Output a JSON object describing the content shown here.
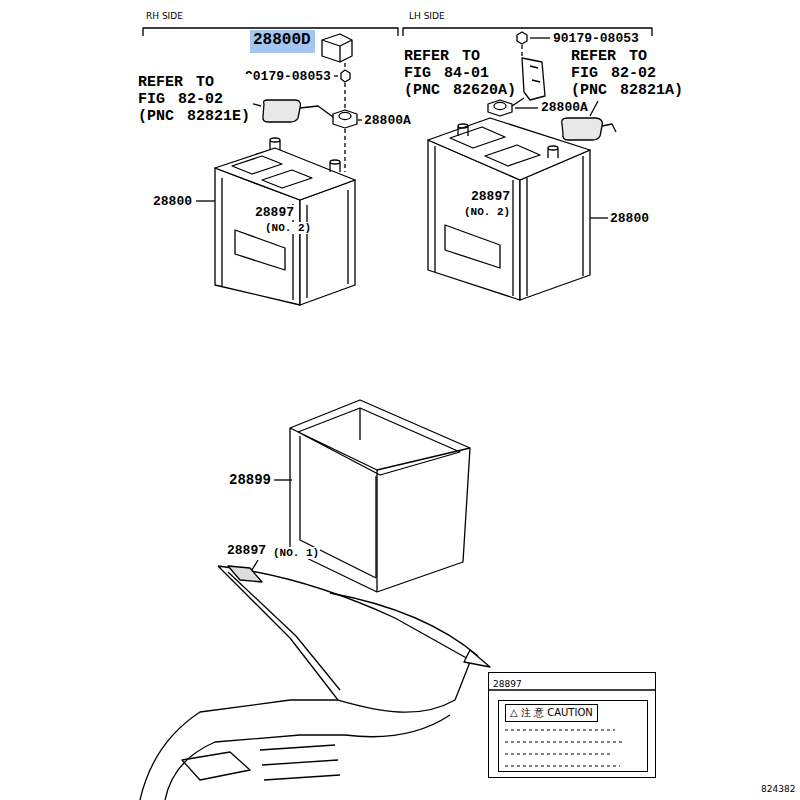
{
  "diagram": {
    "nodes": [
      {
        "text": [
          "28800D"
        ]
      },
      {
        "text": [
          "28897"
        ]
      },
      {
        "text": [
          "△ 注 意 CAUTION"
        ],
        "in": 1
      }
    ],
    "labels": [
      "RH SIDE",
      "LH SIDE",
      "90179-08053",
      "REFER TO FIG 84-01 (PNC 82620A)",
      "REFER TO FIG 82-02 (PNC 82821A)",
      "90179-08053",
      "REFER TO FIG 82-02 (PNC 82821E)",
      "28800A",
      "28800A",
      "28800",
      "28897",
      "(NO. 2)",
      "28897",
      "(NO. 2)",
      "28800",
      "28899",
      "28897",
      "(NO. 1)",
      "824382"
    ]
  }
}
